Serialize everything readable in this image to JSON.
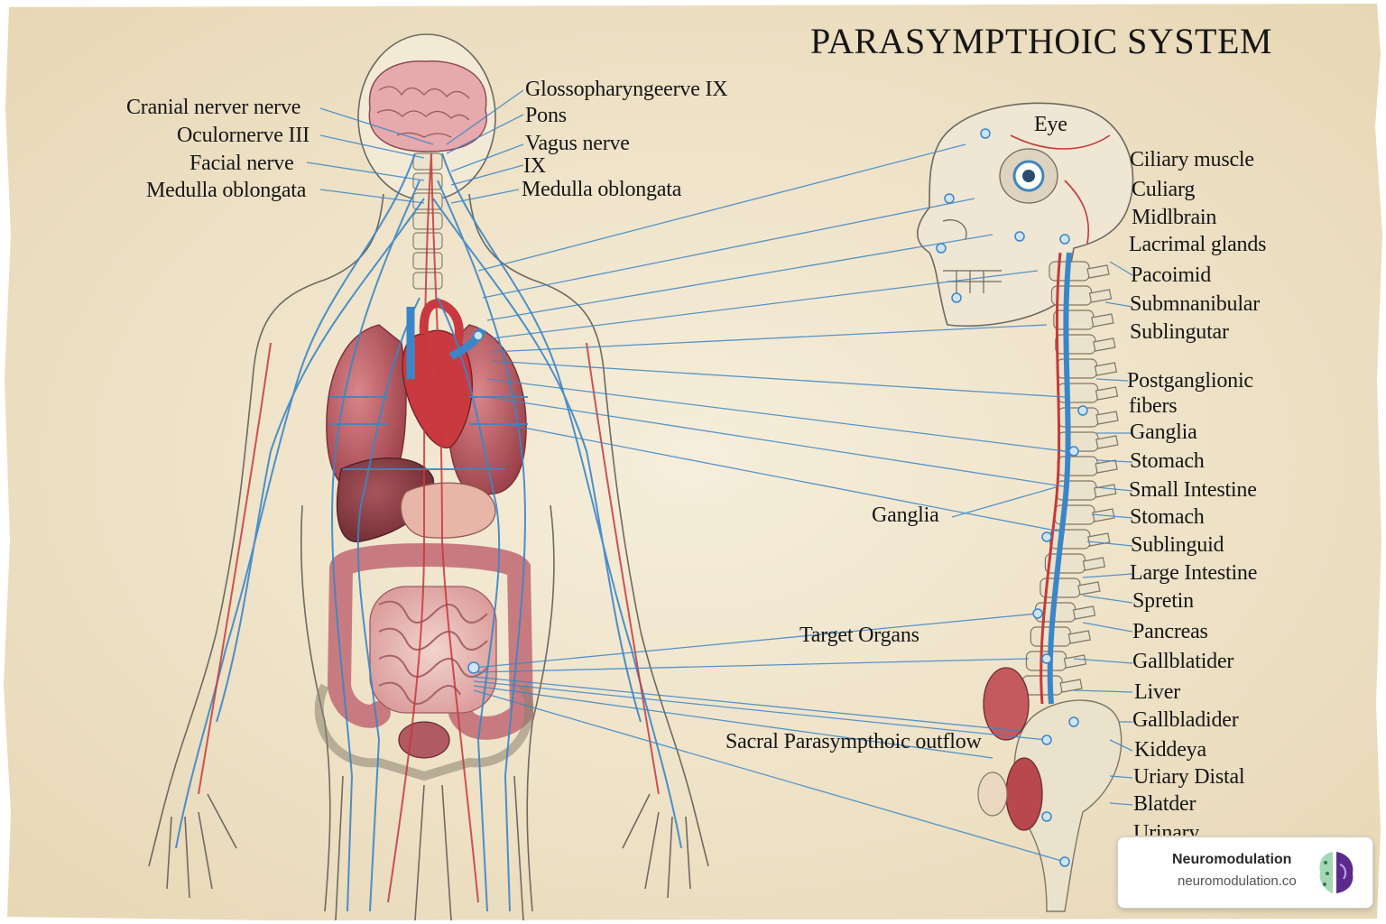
{
  "title": "PARASYMPTHOIC SYSTEM",
  "labels_left": [
    "Cranial nerver nerve",
    "Oculornerve III",
    "Facial nerve",
    "Medulla oblongata"
  ],
  "labels_head": [
    "Glossopharyngeerve IX",
    "Pons",
    "Vagus nerve",
    "IX",
    "Medulla oblongata"
  ],
  "label_eye": "Eye",
  "labels_right": [
    "Ciliary muscle",
    "Culiarg",
    "Midlbrain",
    "Lacrimal glands",
    "Pacoimid",
    "Submnanibular",
    "Sublingutar",
    "Postganglionic",
    "fibers",
    "Ganglia",
    "Stomach",
    "Small Intestine",
    "Stomach",
    "Sublinguid",
    "Large Intestine",
    "Spretin",
    "Pancreas",
    "Gallblatider",
    "Liver",
    "Gallbladider",
    "Kiddeya",
    "Uriary Distal",
    "Blatder",
    "Urinary"
  ],
  "label_ganglia_mid": "Ganglia",
  "label_target_organs": "Target Organs",
  "label_sacral": "Sacral Parasympthoic outflow",
  "watermark": {
    "name": "Neuromodulation",
    "url": "neuromodulation.co"
  },
  "colors": {
    "paper": "#efe4cc",
    "nerve": "#3a86c8",
    "artery": "#c8373a",
    "organ": "#b4555a",
    "bone": "#ece3cd"
  }
}
